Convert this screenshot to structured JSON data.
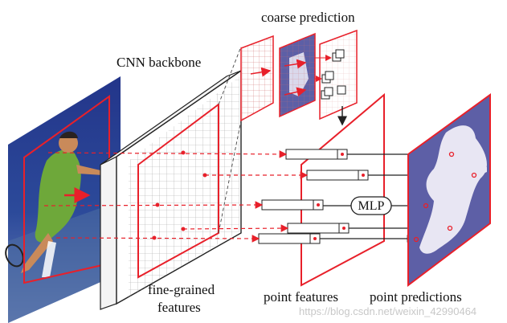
{
  "labels": {
    "coarse_prediction": "coarse prediction",
    "cnn_backbone": "CNN backbone",
    "fine_grained_line1": "fine-grained",
    "fine_grained_line2": "features",
    "point_features": "point features",
    "point_predictions": "point predictions",
    "mlp": "MLP"
  },
  "watermark": "https://blog.csdn.net/weixin_42990464",
  "colors": {
    "accent_red": "#e8202a",
    "mask_purple": "#5d5fa6",
    "mask_white": "#e8e6f3",
    "grid_gray": "#9a9a9a",
    "tennis_green": "#6ea83a"
  }
}
